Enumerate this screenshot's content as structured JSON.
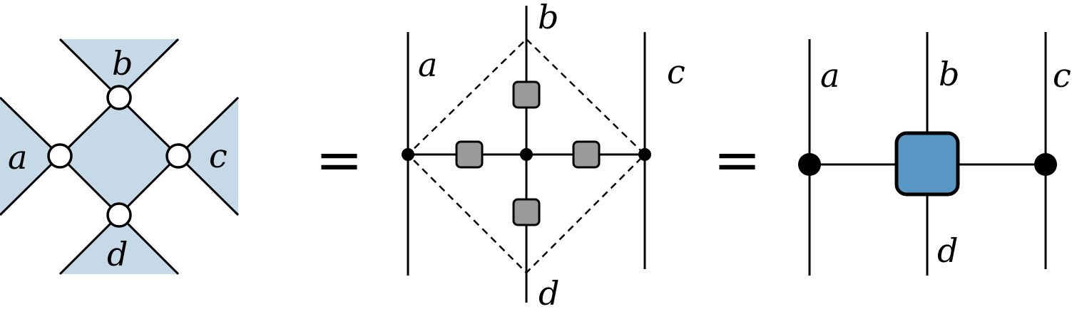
{
  "colors": {
    "shade": "#c6d9e6",
    "tensor_blue": "#5896c4",
    "small_box": "#9a9a9a",
    "line": "#000000",
    "node_fill": "#ffffff"
  },
  "left_figure": {
    "labels": {
      "a": "a",
      "b": "b",
      "c": "c",
      "d": "d"
    }
  },
  "equals_1": "=",
  "middle_figure": {
    "labels": {
      "a": "a",
      "b": "b",
      "c": "c",
      "d": "d"
    }
  },
  "equals_2": "=",
  "right_figure": {
    "labels": {
      "a": "a",
      "b": "b",
      "c": "c",
      "d": "d"
    }
  }
}
